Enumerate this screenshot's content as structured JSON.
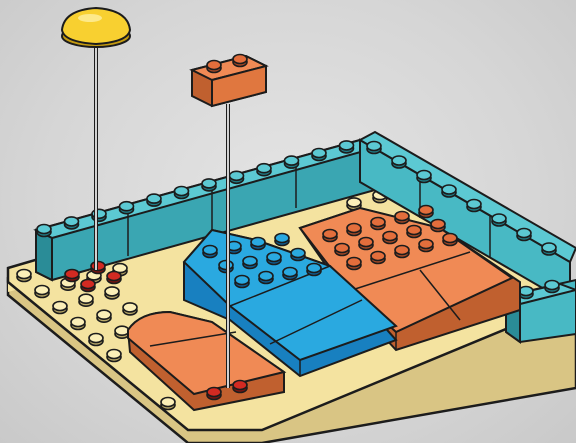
{
  "illustration": {
    "colors": {
      "baseplate": "#f4e3a0",
      "teal": "#48b9c4",
      "blue": "#2aa9e0",
      "orange": "#f08a55",
      "yellow": "#f8d030",
      "red": "#d22a22",
      "outline": "#1c1c1c",
      "background": "#d8d8d8"
    },
    "parts": [
      "yellow-round-tile",
      "orange-2x1-brick",
      "teal-back-wall",
      "teal-right-wall",
      "blue-bed-block",
      "orange-small-bed",
      "orange-large-bed",
      "red-placement-studs"
    ]
  }
}
